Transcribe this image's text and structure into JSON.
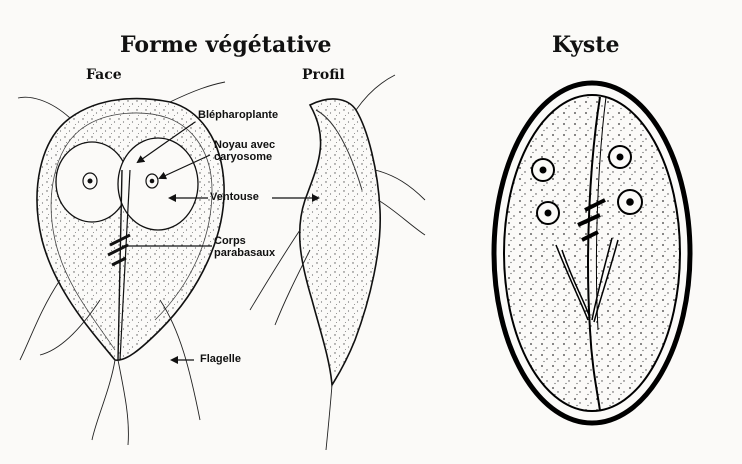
{
  "titles": {
    "vegetative": "Forme végétative",
    "cyst": "Kyste"
  },
  "views": {
    "face": "Face",
    "profile": "Profil"
  },
  "labels": {
    "blepharoplast": "Blépharoplante",
    "nucleus_line1": "Noyau avec",
    "nucleus_line2": "caryosome",
    "sucker": "Ventouse",
    "parabasal_line1": "Corps",
    "parabasal_line2": "parabasaux",
    "flagellum": "Flagelle"
  }
}
